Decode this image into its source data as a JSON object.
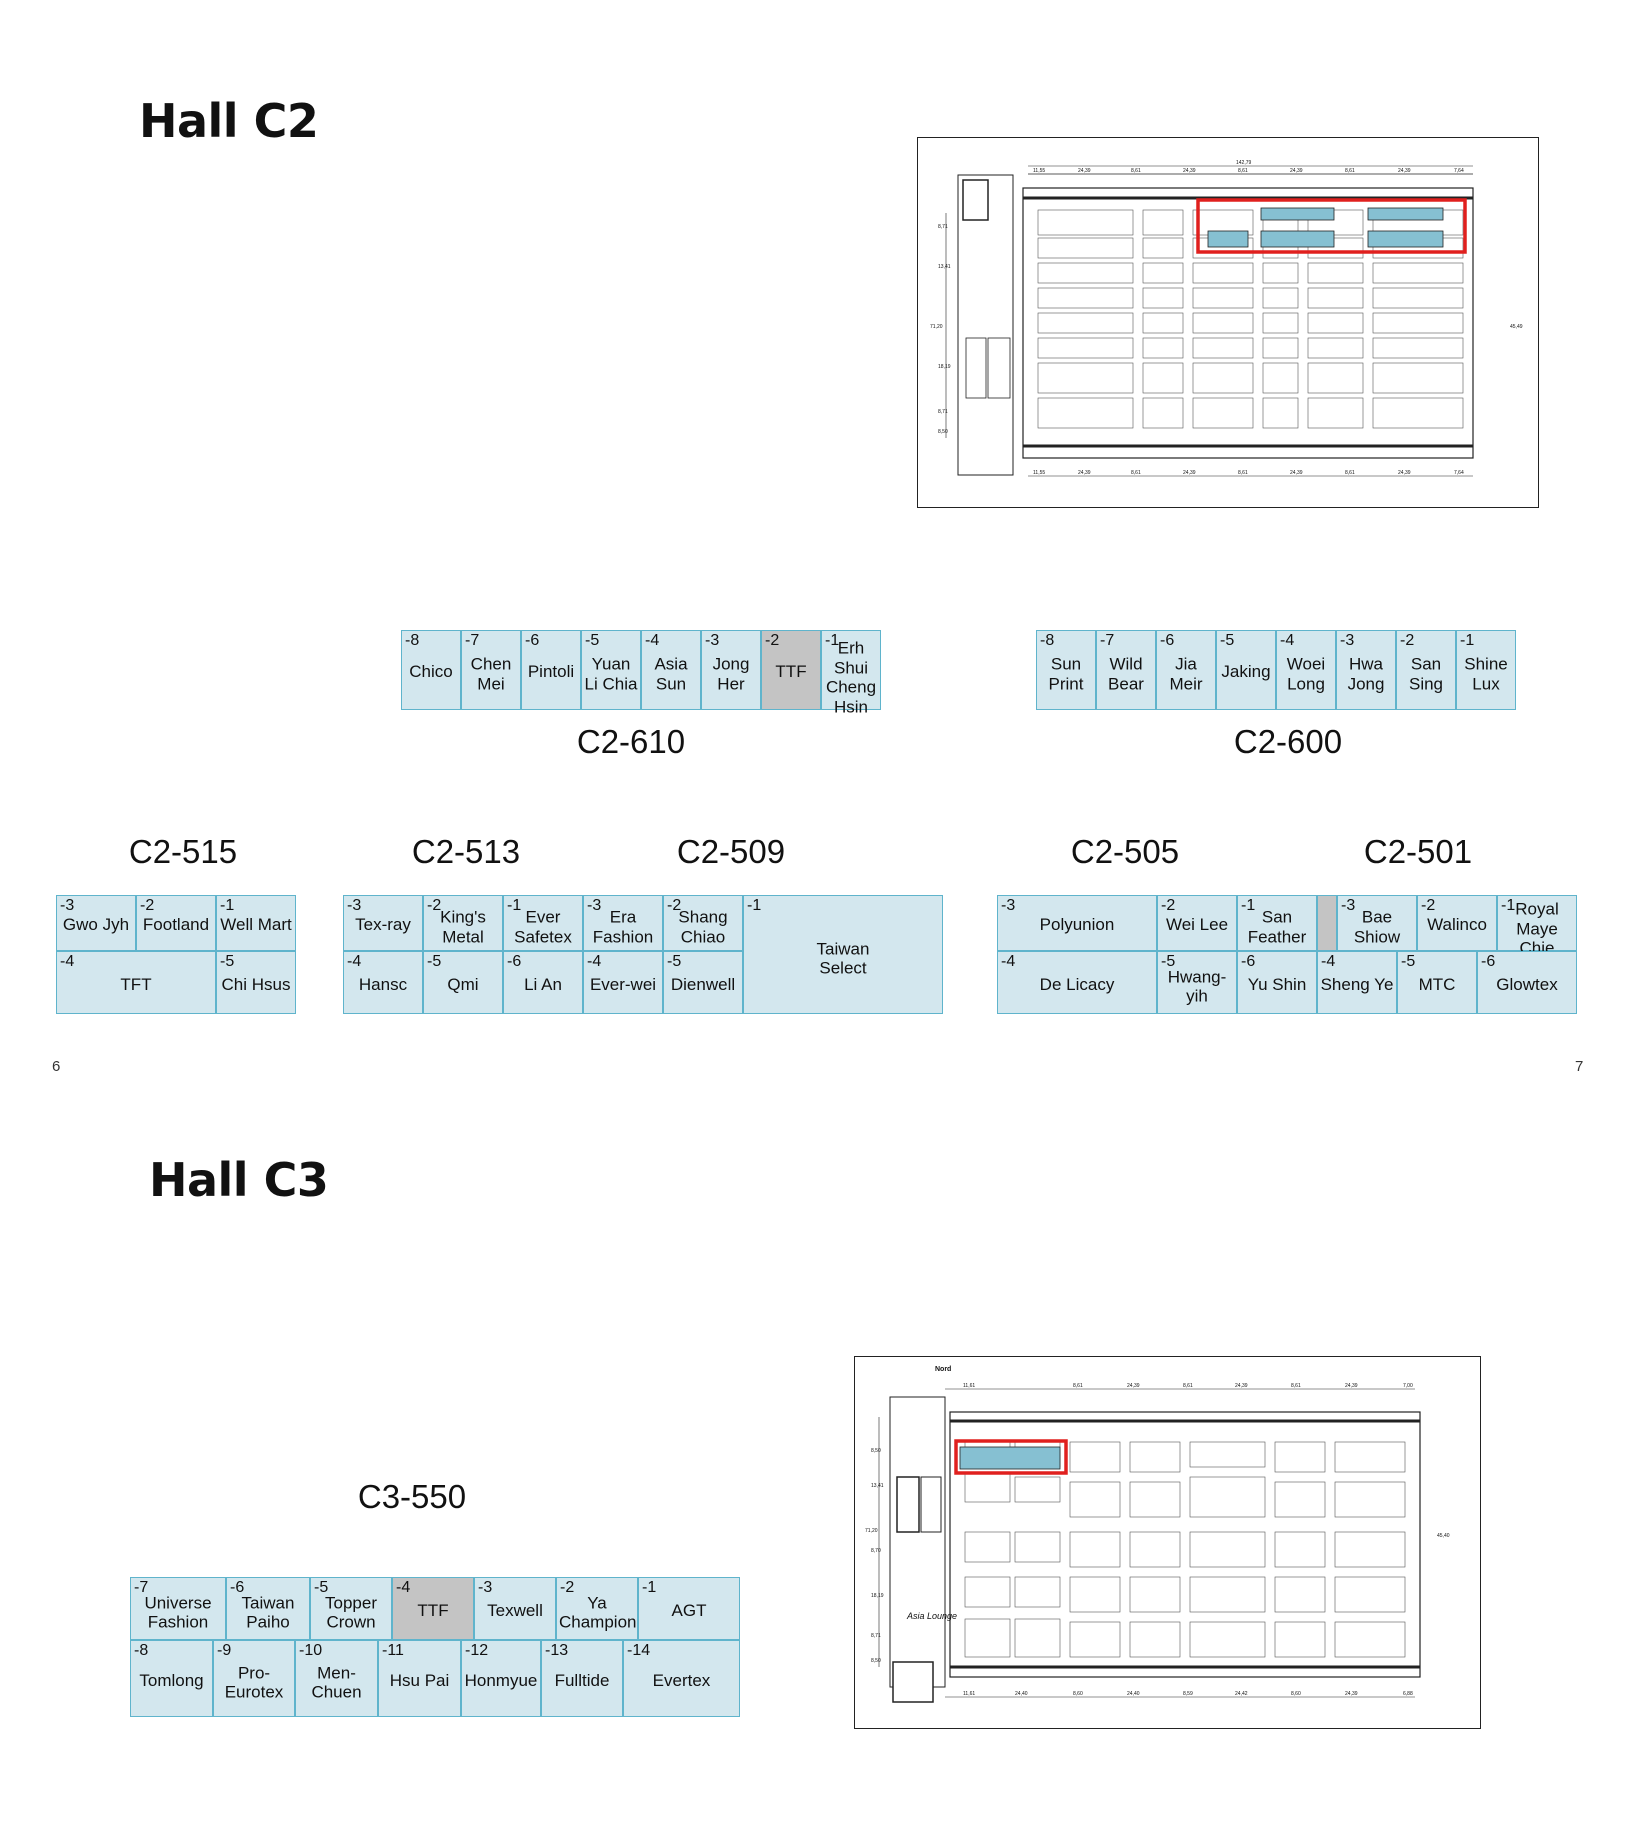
{
  "halls": [
    {
      "title": "Hall C2"
    },
    {
      "title": "Hall C3"
    }
  ],
  "page_numbers": [
    "6",
    "7"
  ],
  "groups": {
    "c2_610": {
      "label": "C2-610",
      "cells": [
        {
          "num": "-8",
          "name": "Chico"
        },
        {
          "num": "-7",
          "name": "Chen\nMei"
        },
        {
          "num": "-6",
          "name": "Pintoli"
        },
        {
          "num": "-5",
          "name": "Yuan\nLi Chia"
        },
        {
          "num": "-4",
          "name": "Asia\nSun"
        },
        {
          "num": "-3",
          "name": "Jong\nHer"
        },
        {
          "num": "-2",
          "name": "TTF"
        },
        {
          "num": "-1",
          "name": "Erh Shui\nCheng\nHsin"
        }
      ]
    },
    "c2_600": {
      "label": "C2-600",
      "cells": [
        {
          "num": "-8",
          "name": "Sun\nPrint"
        },
        {
          "num": "-7",
          "name": "Wild\nBear"
        },
        {
          "num": "-6",
          "name": "Jia\nMeir"
        },
        {
          "num": "-5",
          "name": "Jaking"
        },
        {
          "num": "-4",
          "name": "Woei\nLong"
        },
        {
          "num": "-3",
          "name": "Hwa\nJong"
        },
        {
          "num": "-2",
          "name": "San\nSing"
        },
        {
          "num": "-1",
          "name": "Shine\nLux"
        }
      ]
    },
    "c2_515": {
      "label": "C2-515",
      "cells": [
        {
          "num": "-3",
          "name": "Gwo Jyh"
        },
        {
          "num": "-2",
          "name": "Footland"
        },
        {
          "num": "-1",
          "name": "Well Mart"
        },
        {
          "num": "-4",
          "name": "TFT"
        },
        {
          "num": "-5",
          "name": "Chi Hsus"
        }
      ]
    },
    "c2_513": {
      "label": "C2-513",
      "cells": [
        {
          "num": "-3",
          "name": "Tex-ray"
        },
        {
          "num": "-2",
          "name": "King's\nMetal"
        },
        {
          "num": "-1",
          "name": "Ever\nSafetex"
        },
        {
          "num": "-4",
          "name": "Hansc"
        },
        {
          "num": "-5",
          "name": "Qmi"
        },
        {
          "num": "-6",
          "name": "Li An"
        }
      ]
    },
    "c2_509": {
      "label": "C2-509",
      "cells": [
        {
          "num": "-3",
          "name": "Era\nFashion"
        },
        {
          "num": "-2",
          "name": "Shang\nChiao"
        },
        {
          "num": "-1",
          "name": "Taiwan\nSelect"
        },
        {
          "num": "-4",
          "name": "Ever-wei"
        },
        {
          "num": "-5",
          "name": "Dienwell"
        }
      ]
    },
    "c2_505": {
      "label": "C2-505",
      "cells": [
        {
          "num": "-3",
          "name": "Polyunion"
        },
        {
          "num": "-2",
          "name": "Wei Lee"
        },
        {
          "num": "-1",
          "name": "San\nFeather"
        },
        {
          "num": "-4",
          "name": "De Licacy"
        },
        {
          "num": "-5",
          "name": "Hwang-\nyih"
        },
        {
          "num": "-6",
          "name": "Yu Shin"
        }
      ]
    },
    "c2_501": {
      "label": "C2-501",
      "cells": [
        {
          "num": "-3",
          "name": "Bae\nShiow"
        },
        {
          "num": "-2",
          "name": "Walinco"
        },
        {
          "num": "-1",
          "name": "Royal\nMaye Chie"
        },
        {
          "num": "-4",
          "name": "Sheng Ye"
        },
        {
          "num": "-5",
          "name": "MTC"
        },
        {
          "num": "-6",
          "name": "Glowtex"
        }
      ]
    },
    "c3_550": {
      "label": "C3-550",
      "cells": [
        {
          "num": "-7",
          "name": "Universe\nFashion"
        },
        {
          "num": "-6",
          "name": "Taiwan\nPaiho"
        },
        {
          "num": "-5",
          "name": "Topper\nCrown"
        },
        {
          "num": "-4",
          "name": "TTF"
        },
        {
          "num": "-3",
          "name": "Texwell"
        },
        {
          "num": "-2",
          "name": "Ya\nChampion"
        },
        {
          "num": "-1",
          "name": "AGT"
        },
        {
          "num": "-8",
          "name": "Tomlong"
        },
        {
          "num": "-9",
          "name": "Pro-\nEurotex"
        },
        {
          "num": "-10",
          "name": "Men-\nChuen"
        },
        {
          "num": "-11",
          "name": "Hsu Pai"
        },
        {
          "num": "-12",
          "name": "Honmyue"
        },
        {
          "num": "-13",
          "name": "Fulltide"
        },
        {
          "num": "-14",
          "name": "Evertex"
        }
      ]
    }
  },
  "maps": {
    "c2": {
      "scale_top": [
        "11,55",
        "24,39",
        "8,61",
        "24,39",
        "8,61",
        "24,39",
        "8,61",
        "24,39",
        "7,64"
      ],
      "total": "142,79",
      "scale_bottom": [
        "11,55",
        "24,39",
        "8,61",
        "24,39",
        "8,61",
        "24,39",
        "8,61",
        "24,39",
        "7,64"
      ],
      "side_left": [
        "8,71",
        "13,41",
        "71,20",
        "18,19",
        "8,71",
        "8,50"
      ],
      "side_right": [
        "45,49"
      ],
      "highlight_color": "#e0201e",
      "booth_color": "#86c0d2"
    },
    "c3": {
      "compass": "Nord",
      "scale_top": [
        "11,61",
        "8,61",
        "24,39",
        "8,61",
        "24,39",
        "8,61",
        "24,39",
        "7,00"
      ],
      "scale_bottom": [
        "11,61",
        "24,40",
        "8,60",
        "24,40",
        "8,59",
        "24,42",
        "8,60",
        "24,39",
        "6,88"
      ],
      "side_left": [
        "8,50",
        "13,41",
        "71,20",
        "8,70",
        "18,19",
        "8,71",
        "8,50"
      ],
      "side_right": [
        "45,40"
      ],
      "lounge_label": "Asia\nLounge",
      "highlight_color": "#e0201e",
      "booth_color": "#86c0d2"
    }
  }
}
